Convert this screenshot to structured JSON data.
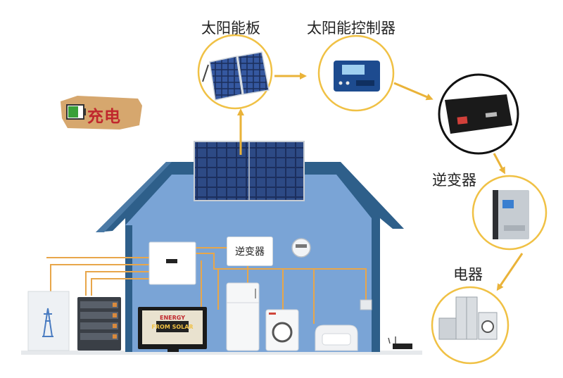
{
  "labels": {
    "solar_panel": "太阳能板",
    "controller": "太阳能控制器",
    "inverter": "逆变器",
    "appliances": "电器",
    "inverter_in_house": "逆变器",
    "badge": "充电"
  },
  "tv_screen": {
    "line1": "ENERGY",
    "line2": "FROM SOLAR"
  },
  "colors": {
    "house_wall": "#2e5f8a",
    "house_fill": "#7aa4d6",
    "wire": "#e8a64a",
    "arrow": "#eab339",
    "circle_border": "#f0c145",
    "battery_circle_border": "#111111",
    "badge_bg": "#d6a76e",
    "badge_text": "#c0272d"
  },
  "icons": [
    "solar-panel-icon",
    "charge-controller-icon",
    "battery-icon",
    "inverter-icon",
    "appliances-icon",
    "battery-charge-icon"
  ]
}
